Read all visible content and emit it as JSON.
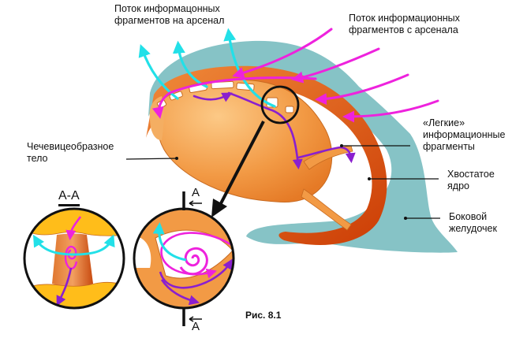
{
  "labels": {
    "flow_to_arsenal": [
      "Поток информацонных",
      "фрагментов на арсенал"
    ],
    "flow_from_arsenal": [
      "Поток информационных",
      "фрагментов с арсенала"
    ],
    "light_fragments": [
      "«Легкие»",
      "информационные",
      "фрагменты"
    ],
    "lens_body": [
      "Чечевицеобразное",
      "тело"
    ],
    "caudate_nucleus": [
      "Хвостатое",
      "ядро"
    ],
    "lateral_ventricle": [
      "Боковой",
      "желудочек"
    ]
  },
  "section_title": "А-А",
  "section_marker_top": "А",
  "section_marker_bottom": "А",
  "figure_caption": "Рис. 8.1",
  "colors": {
    "ventricle": "#86c3c6",
    "lens_body": "#f0a04a",
    "caudate": "#d9540f",
    "inflow": "#ee22dd",
    "outflow": "#22e0e8",
    "light": "#8a1fcf",
    "insert_yellow": "#ffbd1a"
  },
  "icons": {
    "zoom_pointer": "arrow-pointer-icon",
    "magnifier_circle": "magnifier-circle-icon"
  }
}
